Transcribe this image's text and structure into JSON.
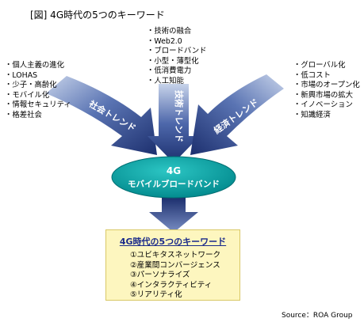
{
  "title": "[図] 4G時代の5つのキーワード",
  "social": {
    "label": "社会トレンド",
    "items": [
      "・個人主義の進化",
      "・LOHAS",
      "・少子・高齢化",
      "・モバイル化",
      "・情報セキュリティ",
      "・格差社会"
    ]
  },
  "tech": {
    "label": "技術トレンド",
    "items": [
      "・技術の融合",
      "・Web2.0",
      "・ブロードバンド",
      "・小型・薄型化",
      "・低消費電力",
      "・人工知能"
    ]
  },
  "econ": {
    "label": "経済トレンド",
    "items": [
      "・グローバル化",
      "・低コスト",
      "・市場のオープン化",
      "・新興市場の拡大",
      "・イノベーション",
      "・知識経済"
    ]
  },
  "center": {
    "line1": "4G",
    "line2": "モバイルブロードバンド"
  },
  "keywords": {
    "title": "4G時代の5つのキーワード",
    "items": [
      "①ユビキタスネットワーク",
      "②産業間コンバージェンス",
      "③パーソナライズ",
      "④インタラクティビティ",
      "⑤リアリティ化"
    ]
  },
  "source": "Source：ROA Group",
  "colors": {
    "arrow_dark": "#1c2f6e",
    "arrow_light": "#c7d3ea",
    "ellipse": "#00a3a6",
    "box_fill": "#fdf6bf"
  }
}
